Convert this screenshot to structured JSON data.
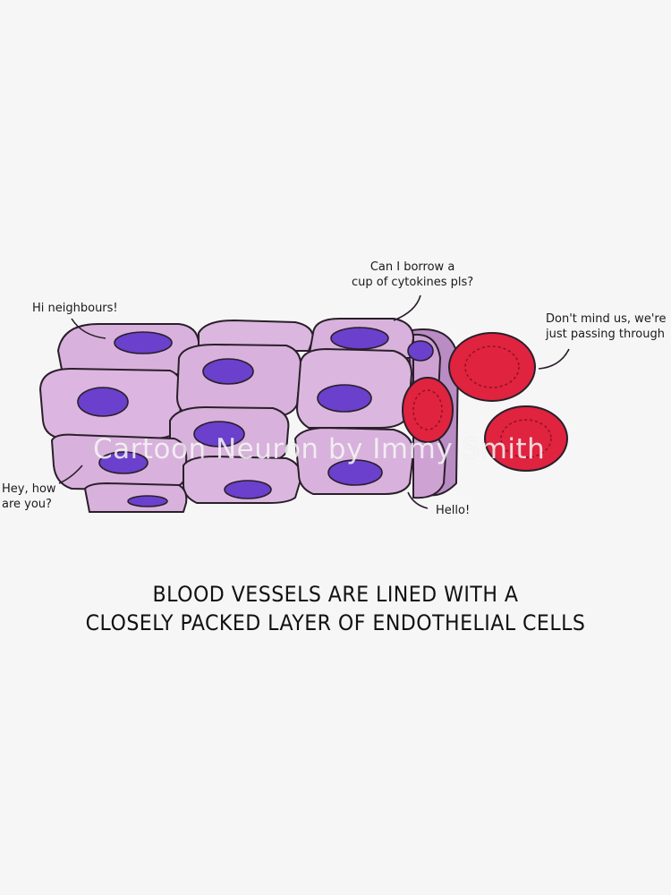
{
  "speech": {
    "top_left": "Hi neighbours!",
    "top_center_line1": "Can I borrow a",
    "top_center_line2": "cup of cytokines pls?",
    "right_line1": "Don't mind us, we're",
    "right_line2": "just passing through",
    "bottom_left_line1": "Hey, how",
    "bottom_left_line2": "are you?",
    "bottom_center": "Hello!"
  },
  "caption": {
    "line1": "BLOOD VESSELS ARE LINED WITH A",
    "line2": "CLOSELY PACKED LAYER OF ENDOTHELIAL CELLS"
  },
  "watermark": "Cartoon Neuron by Immy Smith",
  "colors": {
    "background": "#f6f6f6",
    "endothelial_cell": "#d8b2dc",
    "nucleus": "#6a40cc",
    "red_blood_cell": "#e0233f",
    "outline": "#2a1f2a"
  }
}
